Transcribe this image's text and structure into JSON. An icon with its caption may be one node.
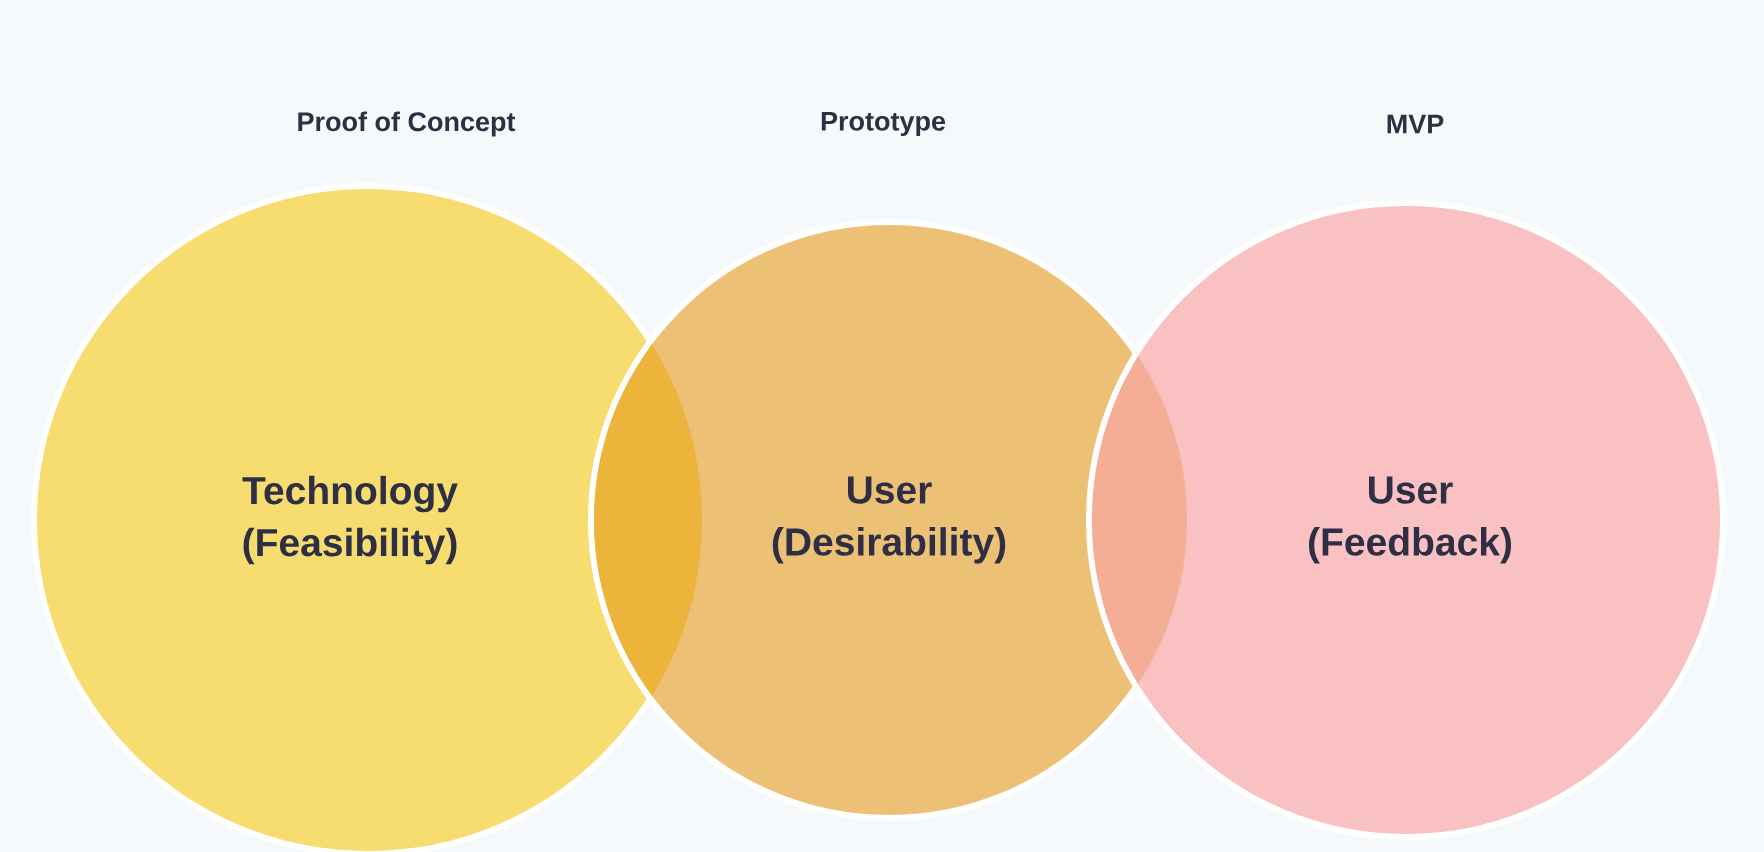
{
  "diagram": {
    "nodes": [
      {
        "text": [
          "Proof of Concept",
          "Technology (Feasibility)"
        ]
      },
      {
        "text": [
          "Prototype",
          "User (Desirability)"
        ]
      },
      {
        "text": [
          "MVP",
          "User (Feedback)"
        ]
      }
    ]
  }
}
